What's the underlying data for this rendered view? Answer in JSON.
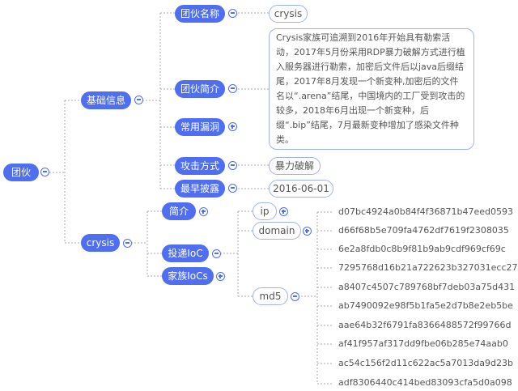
{
  "root": {
    "label": "团伙"
  },
  "basic_info": {
    "label": "基础信息",
    "children": [
      {
        "label": "团伙名称",
        "value": "crysis"
      },
      {
        "label": "团伙简介",
        "value": "Crysis家族可追溯到2016年开始具有勒索活动，2017年5月份采用RDP暴力破解方式进行植入服务器进行勒索，加密后文件后以java后缀结尾，2017年8月发现一个新变种,加密后的文件名以“.arena”结尾，中国境内的工厂受到攻击的较多，2018年6月出现一个新变种，后缀“.bip”结尾，7月最新变种增加了感染文件种类。"
      },
      {
        "label": "常用漏洞"
      },
      {
        "label": "攻击方式",
        "value": "暴力破解"
      },
      {
        "label": "最早披露",
        "value": "2016-06-01"
      }
    ]
  },
  "crysis": {
    "label": "crysis",
    "children": [
      {
        "label": "简介"
      },
      {
        "label": "投递IoC",
        "children": [
          {
            "label": "ip"
          },
          {
            "label": "domain"
          },
          {
            "label": "md5"
          }
        ]
      },
      {
        "label": "家族IoCs"
      }
    ]
  },
  "md5_hashes": [
    "d07bc4924a0b84f4f36871b47eed0593",
    "d66f68b5e709fa4762df7619f2308035",
    "6e2a8fdb0c8b9f81b9ab9cdf969cf69c",
    "7295768d16b21a722623b327031ecc27",
    "a8407c4507c789768bf7deb03a75d431",
    "ab7490092e98f5b1fa5e2d7b8e2eb5be",
    "aae64b32f6791fa8366488572f99766d",
    "af41f957af317dd9fbe06b285e74aab0",
    "ac54c156f2d11c622ac5a7013da9d23b",
    "adf8306440c414bed83093cfa5d0a098"
  ],
  "colors": {
    "node_fill": "#4f6ff0",
    "node_outline": "#9fb2f5",
    "connector": "#aaaaaa"
  }
}
